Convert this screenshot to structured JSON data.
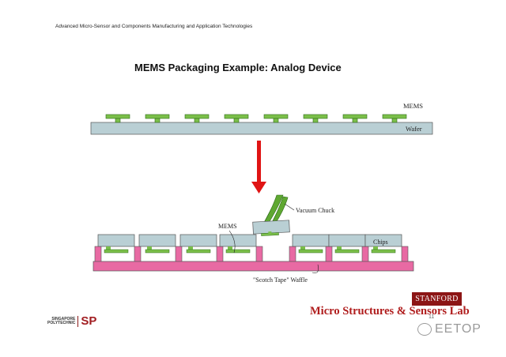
{
  "header": {
    "text": "Advanced Micro-Sensor and Components Manufacturing and Application Technologies"
  },
  "slide": {
    "title": "MEMS Packaging Example: Analog Device"
  },
  "diagram": {
    "top_labels": {
      "mems": "MEMS",
      "wafer": "Wafer"
    },
    "bottom_labels": {
      "vacuum_chuck": "Vacuum Chuck",
      "mems": "MEMS",
      "chips": "Chips",
      "waffle": "\"Scotch Tape\" Waffle"
    },
    "colors": {
      "wafer": "#b9cfd4",
      "mems": "#7bbf4a",
      "chip": "#b9cfd4",
      "waffle": "#e86aa3",
      "arrow": "#e01414",
      "chuck": "#5fa832"
    }
  },
  "footer": {
    "logo_line1": "SINGAPORE",
    "logo_line2": "POLYTECHNIC",
    "logo_mark": "SP",
    "stanford": "STANFORD",
    "lab": "Micro Structures & Sensors Lab",
    "page": "11",
    "watermark": "EETOP",
    "watermark_icon": "wechat-icon"
  }
}
